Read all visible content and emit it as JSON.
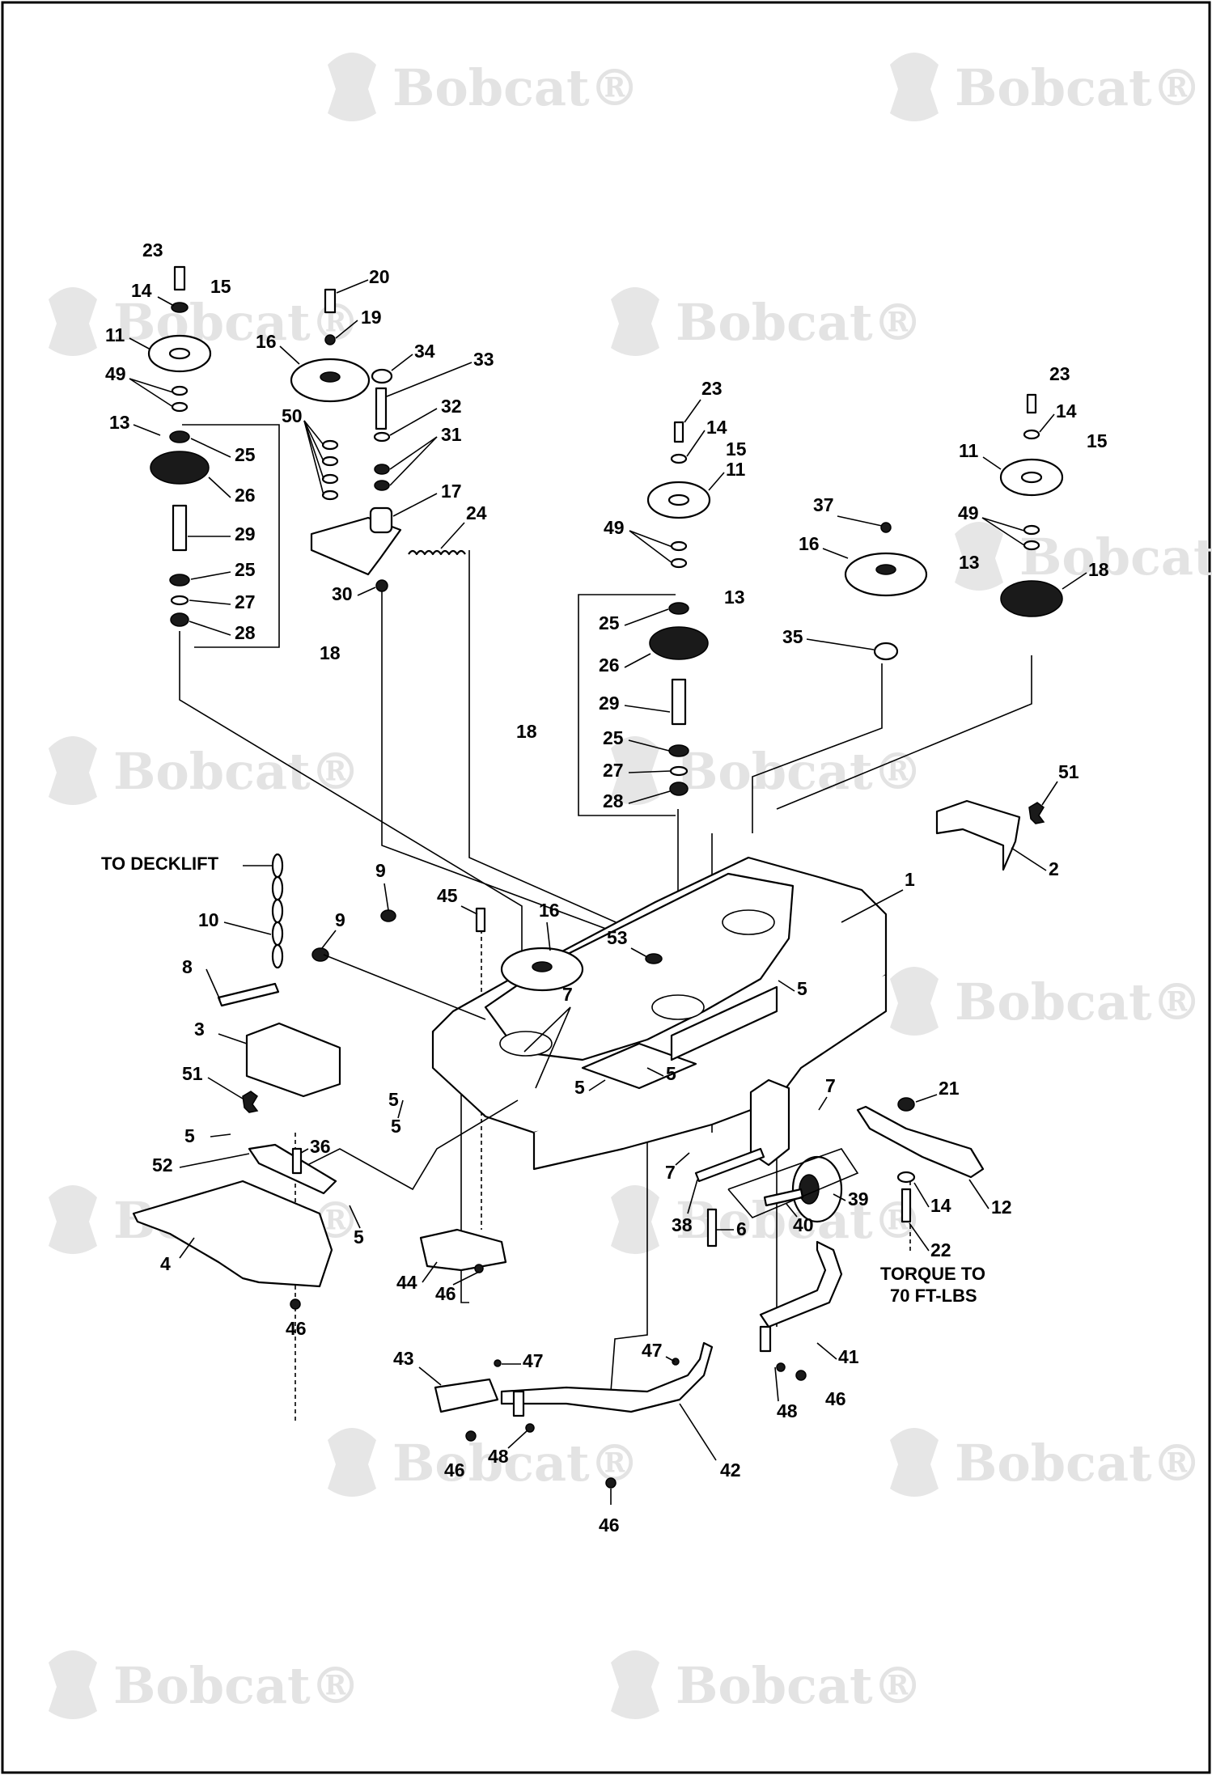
{
  "watermark": {
    "brand": "Bobcat",
    "mark": "®"
  },
  "notes": {
    "to_decklift": "TO DECKLIFT",
    "torque_line1": "TORQUE TO",
    "torque_line2": "70 FT-LBS"
  },
  "callouts": [
    "23",
    "14",
    "15",
    "11",
    "49",
    "13",
    "25",
    "26",
    "29",
    "25",
    "27",
    "28",
    "18",
    "20",
    "19",
    "16",
    "34",
    "33",
    "32",
    "50",
    "31",
    "17",
    "24",
    "30",
    "23",
    "14",
    "15",
    "11",
    "49",
    "13",
    "25",
    "26",
    "29",
    "25",
    "27",
    "28",
    "18",
    "23",
    "14",
    "15",
    "11",
    "49",
    "13",
    "18",
    "37",
    "16",
    "35",
    "51",
    "2",
    "1",
    "9",
    "45",
    "16",
    "53",
    "10",
    "8",
    "9",
    "5",
    "3",
    "7",
    "51",
    "5",
    "5",
    "5",
    "5",
    "52",
    "36",
    "5",
    "4",
    "46",
    "21",
    "12",
    "14",
    "22",
    "7",
    "39",
    "40",
    "38",
    "6",
    "7",
    "44",
    "46",
    "43",
    "47",
    "47",
    "41",
    "48",
    "46",
    "46",
    "48",
    "42",
    "46",
    "5"
  ],
  "colors": {
    "ink": "#000000",
    "paper": "#ffffff",
    "watermark": "#e3e3e3"
  }
}
